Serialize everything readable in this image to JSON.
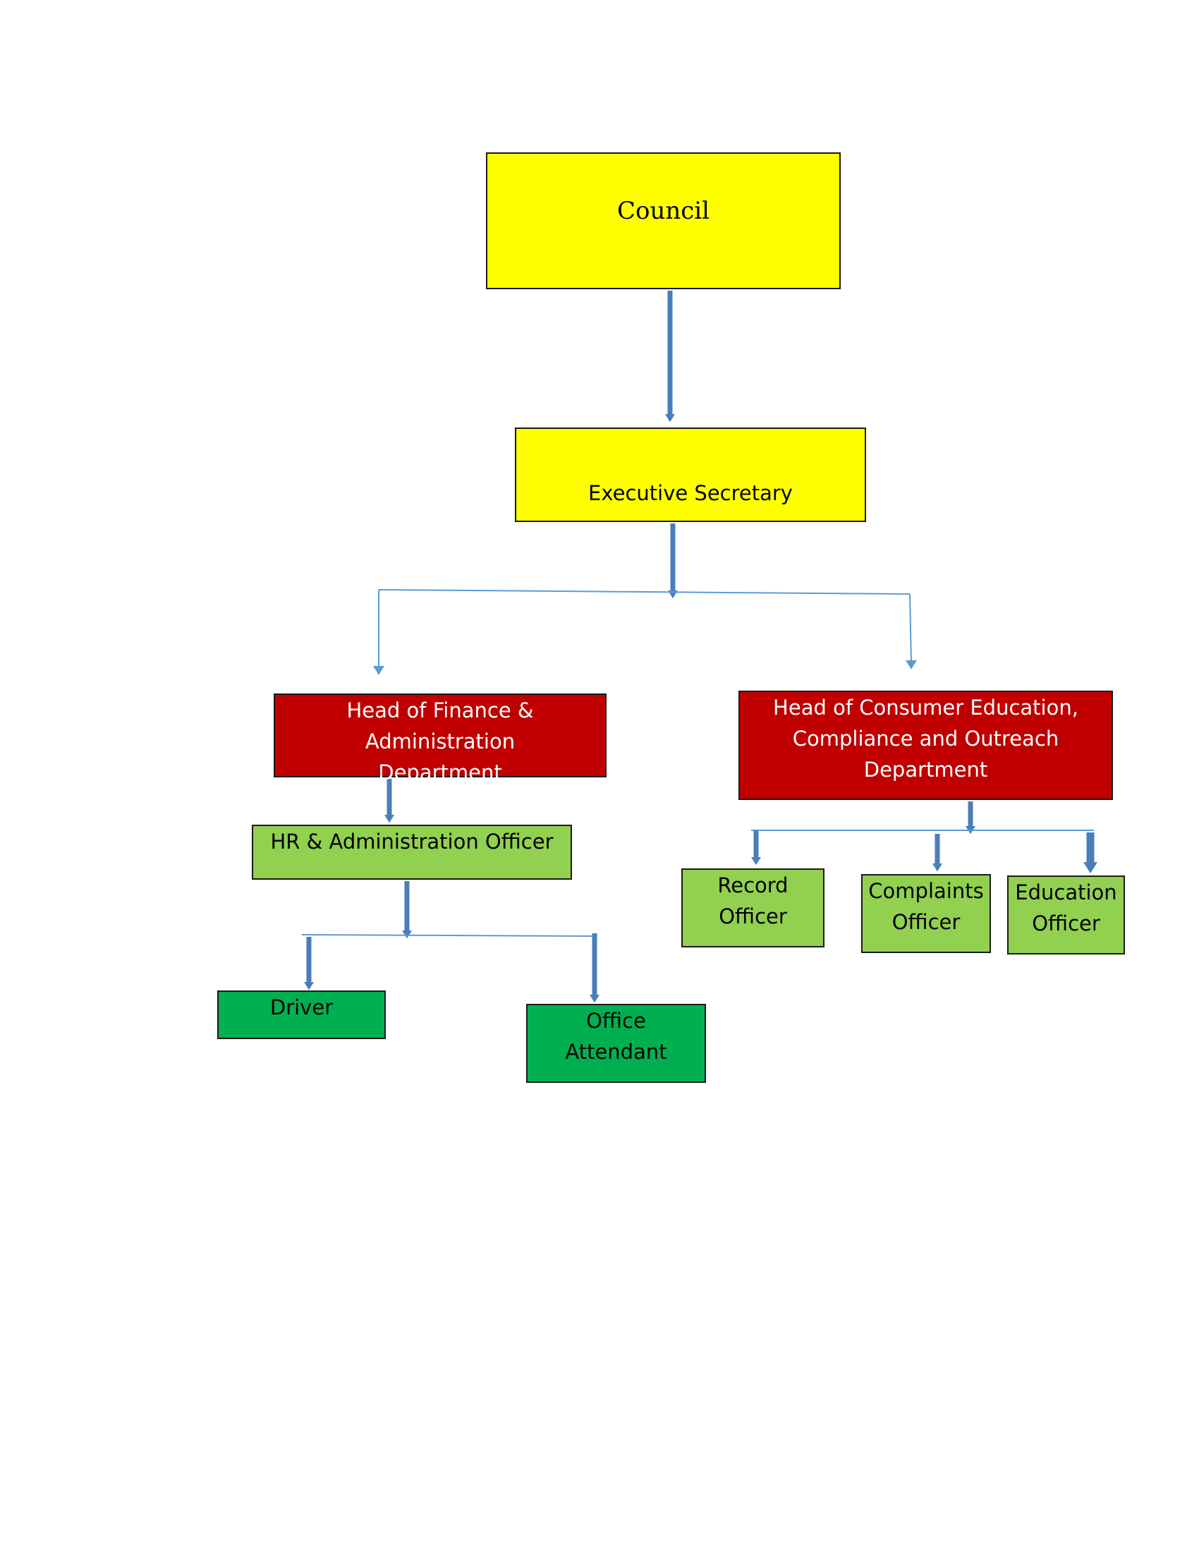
{
  "colors": {
    "yellow": "#ffff00",
    "red": "#c00000",
    "light_green": "#92d050",
    "green": "#00b050",
    "connector": "#4a7ebb",
    "thin_connector": "#5b9bd5"
  },
  "nodes": {
    "council": "Council",
    "executive_secretary": "Executive Secretary",
    "head_finance": "Head of Finance & Administration Department",
    "head_consumer": "Head of Consumer Education, Compliance and Outreach Department",
    "hr_officer": "HR & Administration Officer",
    "driver": "Driver",
    "office_attendant": "Office Attendant",
    "record_officer": "Record Officer",
    "complaints_officer": "Complaints Officer",
    "education_officer": "Education Officer"
  }
}
